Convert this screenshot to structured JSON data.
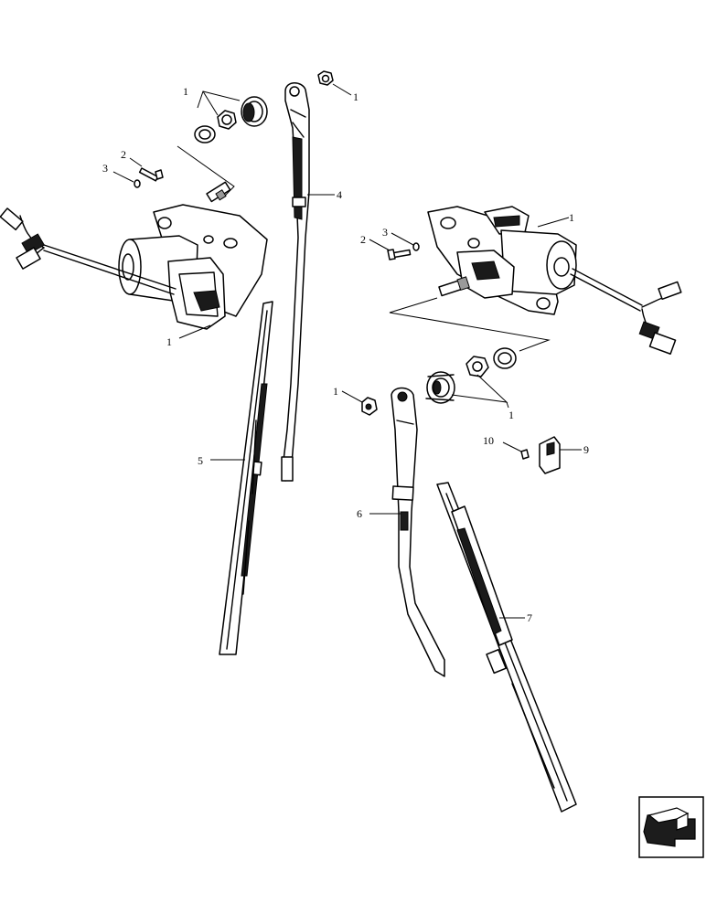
{
  "callouts": {
    "top_left_group": "1",
    "top_nut": "1",
    "left_bolt": "2",
    "left_washer": "3",
    "arm_top": "4",
    "right_motor": "1",
    "right_bolt": "2",
    "right_washer": "3",
    "left_motor": "1",
    "mid_nut": "1",
    "right_group": "1",
    "cover_screw": "10",
    "cover": "9",
    "blade_left": "5",
    "arm_bottom": "6",
    "blade_right": "7"
  },
  "nav_icon": "arrow-icon"
}
